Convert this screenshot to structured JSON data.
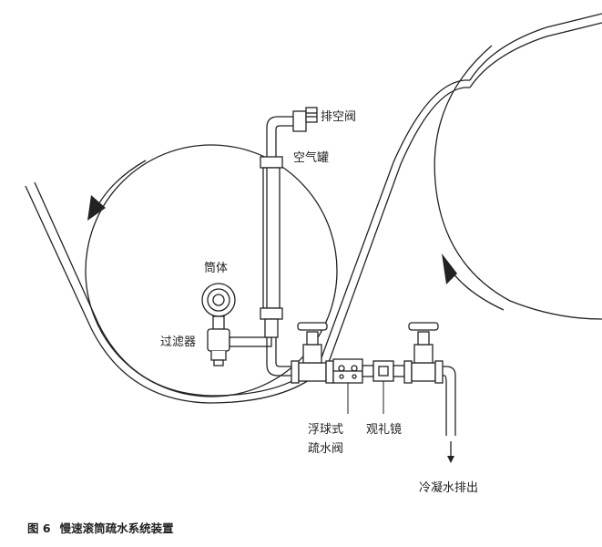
{
  "labels": {
    "vent_valve": "排空阀",
    "air_tank": "空气罐",
    "cylinder": "筒体",
    "filter": "过滤器",
    "float_trap_line1": "浮球式",
    "float_trap_line2": "疏水阀",
    "sight_glass": "观礼镜",
    "condensate_outlet": "冷凝水排出"
  },
  "caption": {
    "number": "图 6",
    "title": "慢速滚筒疏水系统装置"
  },
  "colors": {
    "line": "#222222",
    "background": "#ffffff"
  }
}
